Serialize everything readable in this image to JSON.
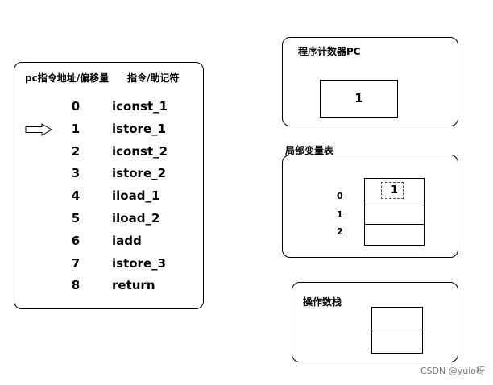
{
  "program": {
    "header_pc": "pc指令地址/偏移量",
    "header_instr": "指令/助记符",
    "rows": [
      {
        "pc": "0",
        "instr": "iconst_1"
      },
      {
        "pc": "1",
        "instr": "istore_1"
      },
      {
        "pc": "2",
        "instr": "iconst_2"
      },
      {
        "pc": "3",
        "instr": "istore_2"
      },
      {
        "pc": "4",
        "instr": "iload_1"
      },
      {
        "pc": "5",
        "instr": "iload_2"
      },
      {
        "pc": "6",
        "instr": "iadd"
      },
      {
        "pc": "7",
        "instr": "istore_3"
      },
      {
        "pc": "8",
        "instr": "return"
      }
    ],
    "current_row": 1
  },
  "pc_register": {
    "title": "程序计数器PC",
    "value": "1"
  },
  "locals": {
    "title": "局部变量表",
    "slots": [
      {
        "index": "0",
        "value": "1"
      },
      {
        "index": "1",
        "value": ""
      },
      {
        "index": "2",
        "value": ""
      }
    ]
  },
  "operand_stack": {
    "title": "操作数栈"
  },
  "watermark": "CSDN @yuio呀"
}
